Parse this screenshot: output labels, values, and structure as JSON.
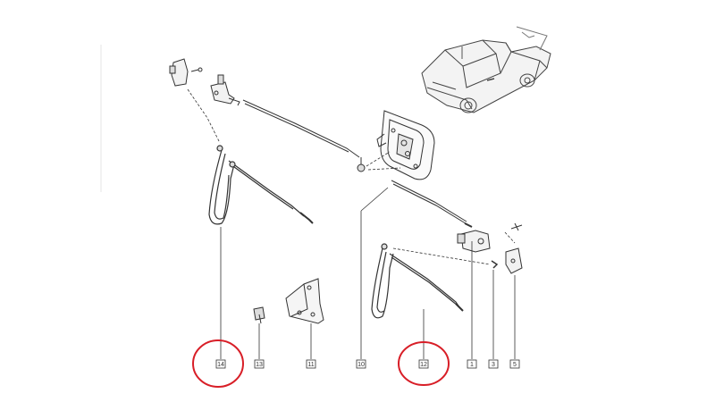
{
  "diagram": {
    "callouts": [
      {
        "id": "c14",
        "label": "14"
      },
      {
        "id": "c13",
        "label": "13"
      },
      {
        "id": "c11",
        "label": "11"
      },
      {
        "id": "c10",
        "label": "10"
      },
      {
        "id": "c12",
        "label": "12"
      },
      {
        "id": "c1",
        "label": "1"
      },
      {
        "id": "c3",
        "label": "3"
      },
      {
        "id": "c5",
        "label": "5"
      }
    ],
    "highlight_color": "#d81e27",
    "line_color": "#333333"
  }
}
